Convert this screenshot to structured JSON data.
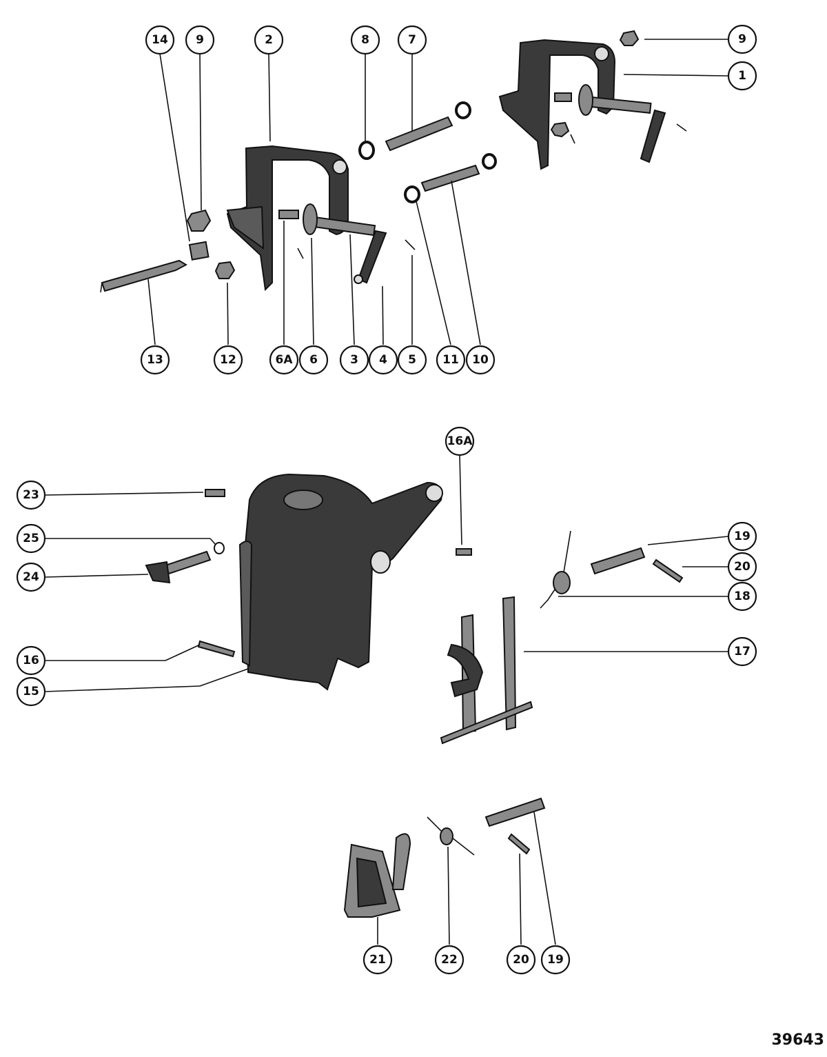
{
  "figure_number": "39643",
  "callouts": [
    "14",
    "9",
    "2",
    "8",
    "7",
    "9",
    "1",
    "13",
    "12",
    "6A",
    "6",
    "3",
    "4",
    "5",
    "11",
    "10",
    "16A",
    "23",
    "25",
    "24",
    "19",
    "20",
    "18",
    "17",
    "16",
    "15",
    "21",
    "22",
    "20",
    "19"
  ]
}
